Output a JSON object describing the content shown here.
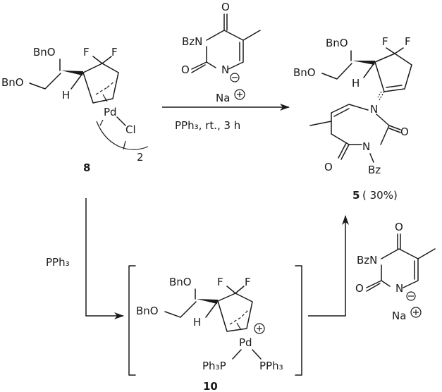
{
  "labels": {
    "compound_8": "8",
    "compound_5": "5",
    "yield_5": "( 30%)",
    "compound_10": "10",
    "dimer_subscript": "2"
  },
  "atoms": {
    "BnO": "BnO",
    "F": "F",
    "H": "H",
    "Pd": "Pd",
    "Cl": "Cl",
    "BzN": "BzN",
    "N": "N",
    "O": "O",
    "Bz": "Bz",
    "Na": "Na",
    "Ph3P": "Ph₃P",
    "PPh3": "PPh₃"
  },
  "conditions": {
    "main_arrow_below": "PPh₃, rt., 3 h",
    "left_arrow": "PPh₃"
  },
  "colors": {
    "ink": "#1a1a1a",
    "background": "#ffffff"
  }
}
